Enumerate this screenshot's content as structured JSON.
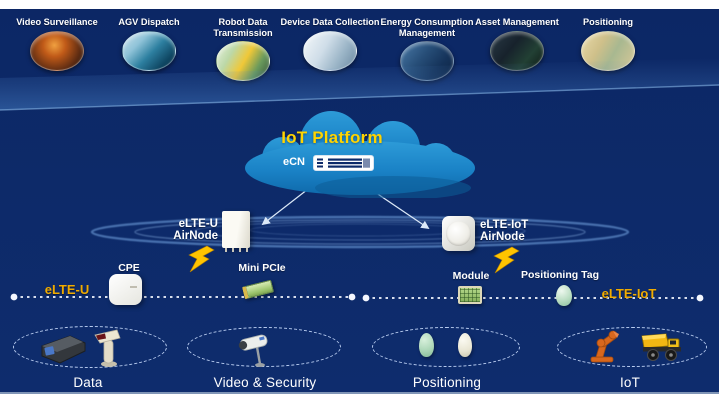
{
  "banner": {
    "items": [
      {
        "label": "Video Surveillance",
        "photo": "firefighter-photo"
      },
      {
        "label": "AGV Dispatch",
        "photo": "agv-vehicle-photo"
      },
      {
        "label": "Robot Data Transmission",
        "photo": "robot-arm-photo"
      },
      {
        "label": "Device Data Collection",
        "photo": "factory-floor-photo"
      },
      {
        "label": "Energy Consumption Management",
        "photo": "monitoring-desk-photo"
      },
      {
        "label": "Asset Management",
        "photo": "control-room-photo"
      },
      {
        "label": "Positioning",
        "photo": "city-map-photo"
      }
    ]
  },
  "cloud": {
    "title": "IoT Platform",
    "core_label": "eCN",
    "core_icon": "server-icon"
  },
  "airnodes": {
    "left": {
      "line1": "eLTE-U",
      "line2": "AirNode",
      "device_icon": "outdoor-unit-icon"
    },
    "right": {
      "line1": "eLTE-IoT",
      "line2": "AirNode",
      "device_icon": "dome-unit-icon"
    }
  },
  "terminals": {
    "left_network_label": "eLTE-U",
    "right_network_label": "eLTE-IoT",
    "cpe_label": "CPE",
    "mini_pcie_label": "Mini PCIe",
    "module_label": "Module",
    "positioning_tag_label": "Positioning Tag"
  },
  "groups": [
    {
      "label": "Data",
      "icons": [
        "data-terminal-icon",
        "barcode-scanner-icon"
      ]
    },
    {
      "label": "Video & Security",
      "icons": [
        "cctv-camera-icon"
      ]
    },
    {
      "label": "Positioning",
      "icons": [
        "green-tag-icon",
        "white-tag-icon"
      ]
    },
    {
      "label": "IoT",
      "icons": [
        "robot-arm-icon",
        "dump-truck-icon"
      ]
    }
  ],
  "colors": {
    "navy_background": "#0d2a69",
    "cloud_blue": "#1c86cc",
    "platform_title_yellow": "#ffd400",
    "network_label_gold": "#f0ab00",
    "lightning_gold": "#ffc400",
    "dashed_ellipse_blue": "#b9cdf0",
    "text_white": "#ffffff"
  }
}
